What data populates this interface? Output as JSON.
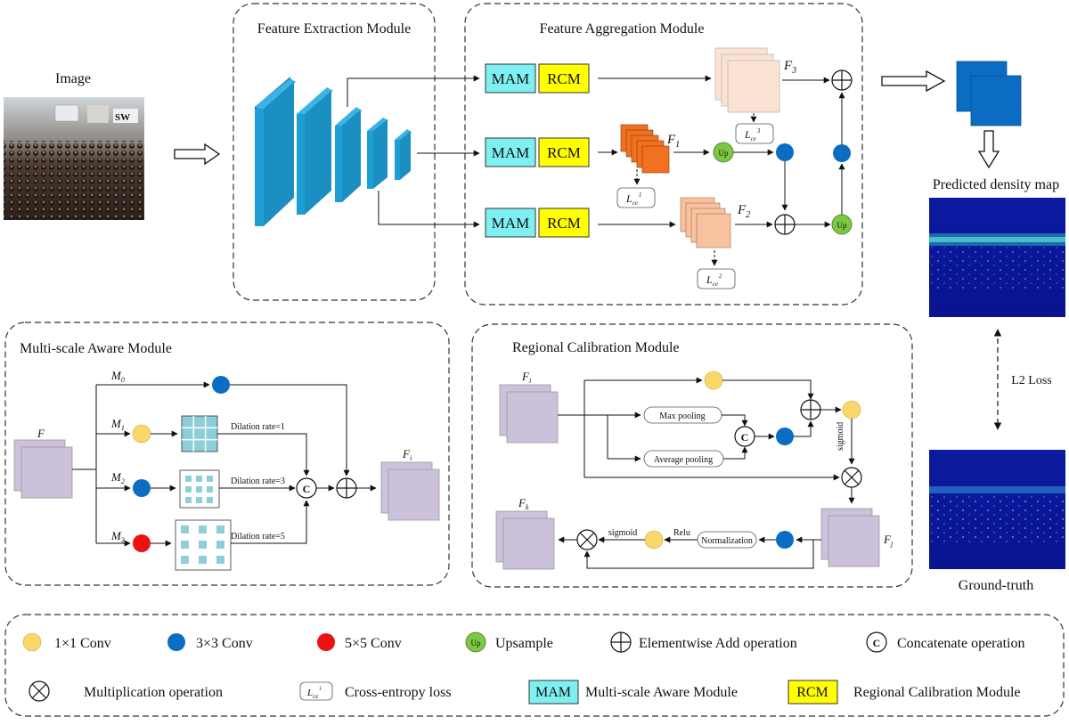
{
  "image": {
    "label": "Image",
    "sign_text": "SW"
  },
  "fem": {
    "title": "Feature Extraction Module"
  },
  "fam": {
    "title": "Feature Aggregation Module",
    "mam": "MAM",
    "rcm": "RCM",
    "f1": "F",
    "f1_sub": "1",
    "f2": "F",
    "f2_sub": "2",
    "f3": "F",
    "f3_sub": "3",
    "up": "Up",
    "loss_main": "L",
    "loss_sub": "ce",
    "loss1_sup": "1",
    "loss2_sup": "2",
    "loss3_sup": "3"
  },
  "outputs": {
    "predicted": "Predicted density map",
    "ground_truth": "Ground-truth",
    "l2_loss": "L2 Loss"
  },
  "msam": {
    "title": "Multi-scale Aware Module",
    "input": "F",
    "output": "F",
    "output_sub": "i",
    "m": "M",
    "m0_sub": "0",
    "m1_sub": "1",
    "m2_sub": "2",
    "m3_sub": "3",
    "d1": "Dilation rate=1",
    "d3": "Dilation rate=3",
    "d5": "Dilation rate=5",
    "concat": "C"
  },
  "rcm_detail": {
    "title": "Regional Calibration Module",
    "fi": "F",
    "fi_sub": "i",
    "fj": "F",
    "fj_sub": "j",
    "fk": "F",
    "fk_sub": "k",
    "max_pooling": "Max pooling",
    "average_pooling": "Average pooling",
    "normalization": "Normalization",
    "sigmoid_vertical": "sigmoid",
    "sigmoid": "sigmoid",
    "relu": "Relu",
    "concat": "C"
  },
  "legend": {
    "conv1": "1×1 Conv",
    "conv3": "3×3 Conv",
    "conv5": "5×5 Conv",
    "upsample_icon": "Up",
    "upsample": "Upsample",
    "add": "Elementwise Add operation",
    "concat_icon": "C",
    "concat": "Concatenate operation",
    "mult": "Multiplication operation",
    "ce_icon_main": "L",
    "ce_icon_sub": "ce",
    "ce_icon_sup": "i",
    "ce": "Cross-entropy loss",
    "mam_icon": "MAM",
    "mam": "Multi-scale Aware Module",
    "rcm_icon": "RCM",
    "rcm": "Regional Calibration Module"
  },
  "colors": {
    "conv1": "#F9D86A",
    "conv3": "#0A6DC2",
    "conv5": "#EE1111",
    "upsample": "#7DC843",
    "mam": "#7EF0F2",
    "rcm": "#FFFF00",
    "encoder": "#1E9FD3",
    "f1": "#F2711F",
    "f2": "#F7C29F",
    "f3": "#FBE2D3",
    "feature_map": "#CCC1DB",
    "density_map": "#0F1A96"
  }
}
